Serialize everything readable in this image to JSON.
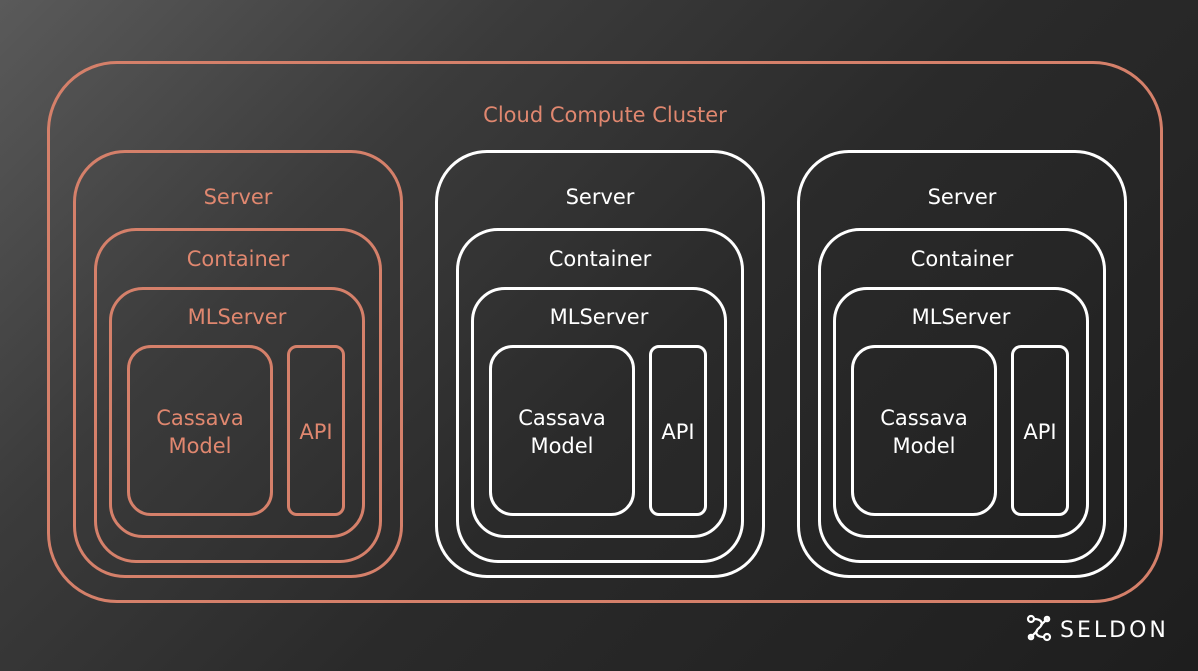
{
  "cluster": {
    "label": "Cloud Compute Cluster"
  },
  "servers": [
    {
      "server_label": "Server",
      "container_label": "Container",
      "mlserver_label": "MLServer",
      "model_label": "Cassava Model",
      "api_label": "API"
    },
    {
      "server_label": "Server",
      "container_label": "Container",
      "mlserver_label": "MLServer",
      "model_label": "Cassava Model",
      "api_label": "API"
    },
    {
      "server_label": "Server",
      "container_label": "Container",
      "mlserver_label": "MLServer",
      "model_label": "Cassava Model",
      "api_label": "API"
    }
  ],
  "logo": {
    "text": "SELDON",
    "icon": "seldon-logo-icon"
  },
  "colors": {
    "accent": "#d5806a",
    "highlight_text": "#e0876f",
    "default": "#ffffff",
    "background": "#2a2a2a"
  }
}
